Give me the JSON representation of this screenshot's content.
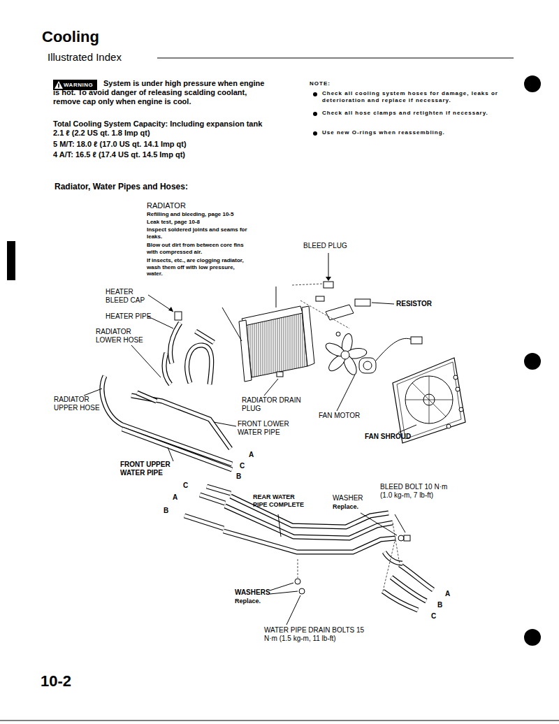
{
  "diagram": {
    "title": "Cooling",
    "nodes": [
      {
        "text": [
          "WARNING"
        ]
      }
    ],
    "labels": [
      "Illustrated Index",
      "System is under high pressure when engine is hot. To avoid danger of releasing scalding coolant, remove cap only when engine is cool.",
      "Total Cooling System Capacity: Including expansion tank 2.1 ℓ (2.2 US qt. 1.8 Imp qt)",
      "5 M/T: 18.0 ℓ (17.0 US qt. 14.1 Imp qt)",
      "4 A/T: 16.5 ℓ (17.4 US qt. 14.5 Imp qt)",
      "NOTE:",
      "Check all cooling system hoses for damage, leaks or deterioration and replace if necessary.",
      "Check all hose clamps and retighten if necessary.",
      "Use new O-rings when reassembling.",
      "Radiator, Water Pipes and Hoses:",
      "RADIATOR",
      "Refilling and bleeding, page 10-5",
      "Leak test, page 10-8",
      "Inspect soldered joints and seams for leaks.",
      "Blow out dirt from between core fins with compressed air.",
      "If insects, etc., are clogging radiator, wash them off with low pressure, water.",
      "BLEED PLUG",
      "HEATER BLEED CAP",
      "HEATER PIPE",
      "RADIATOR LOWER HOSE",
      "RESISTOR",
      "RADIATOR UPPER HOSE",
      "RADIATOR DRAIN PLUG",
      "FAN MOTOR",
      "FRONT LOWER WATER PIPE",
      "FAN SHROUD",
      "A",
      "C",
      "B",
      "FRONT UPPER WATER PIPE",
      "C",
      "A",
      "B",
      "REAR WATER PIPE COMPLETE",
      "WASHER",
      "Replace.",
      "BLEED BOLT 10 N·m (1.0 kg-m, 7 lb-ft)",
      "WASHERS",
      "Replace.",
      "A",
      "B",
      "C",
      "WATER PIPE DRAIN BOLTS 15 N·m (1.5 kg-m, 11 lb-ft)",
      "10-2"
    ]
  }
}
